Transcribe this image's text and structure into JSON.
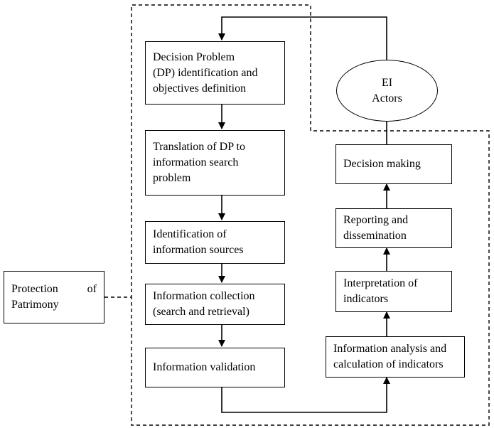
{
  "diagram": {
    "left_steps": [
      {
        "lines": [
          "Decision Problem",
          "(DP) identification and",
          "objectives definition"
        ]
      },
      {
        "lines": [
          "Translation of DP to",
          "information search",
          "problem"
        ]
      },
      {
        "lines": [
          "Identification of",
          "information sources"
        ]
      },
      {
        "lines": [
          "Information collection",
          "(search and retrieval)"
        ]
      },
      {
        "lines": [
          "Information validation"
        ]
      }
    ],
    "right_steps": [
      {
        "lines": [
          "Decision making"
        ]
      },
      {
        "lines": [
          "Reporting and",
          "dissemination"
        ]
      },
      {
        "lines": [
          "Interpretation of",
          "indicators"
        ]
      },
      {
        "lines": [
          "Information analysis and",
          "calculation of indicators"
        ]
      }
    ],
    "actors": {
      "lines": [
        "EI",
        "Actors"
      ]
    },
    "protection": {
      "line1_left": "Protection",
      "line1_right": "of",
      "line2": "Patrimony"
    }
  }
}
